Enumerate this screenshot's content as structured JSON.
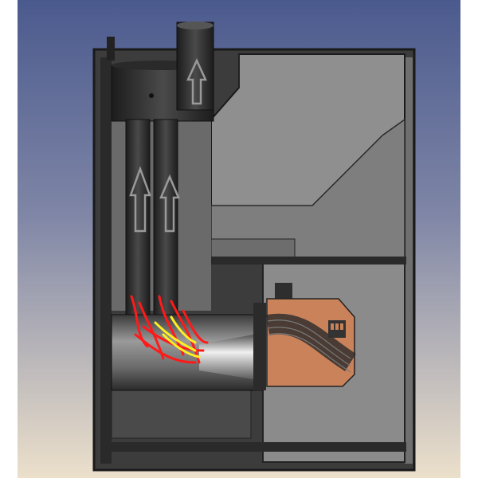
{
  "colors": {
    "background_top": "#4b5a8e",
    "background_bottom": "#ece0cb",
    "frame": "#2e2e2e",
    "body": "#3c3c3c",
    "panel": "#8e8e8e",
    "burner": "#c9825a",
    "flame_red": "#ff1a1a",
    "flame_yellow": "#ffee22",
    "arrow_outline": "#9a9a9a"
  },
  "arrows": [
    "flue-exhaust",
    "tube-left",
    "tube-right"
  ]
}
